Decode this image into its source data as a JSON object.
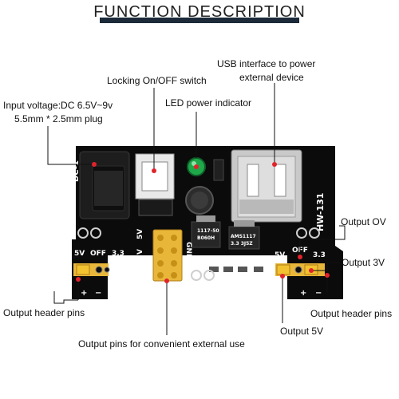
{
  "header": {
    "title": "FUNCTION DESCRIPTION"
  },
  "labels": {
    "usb_line1": "USB interface to power",
    "usb_line2": "external device",
    "switch": "Locking On/OFF switch",
    "led": "LED power indicator",
    "input_line1": "Input voltage:DC 6.5V~9v",
    "input_line2": "5.5mm * 2.5mm plug",
    "out_0v": "Output OV",
    "out_3v": "Output 3V",
    "out_header_left": "Output header pins",
    "out_header_right": "Output header pins",
    "out_5v": "Output 5V",
    "out_pins": "Output pins for convenient external use"
  },
  "silkscreen": {
    "dc": "DC-1",
    "model": "HW-131",
    "left_5v": "5V",
    "left_off": "OFF",
    "left_33": "3.3",
    "mid_5v": "5V",
    "mid_33v": "3.3V",
    "gnd": "GND",
    "right_5v": "5V",
    "right_off": "OFF",
    "right_33": "3.3",
    "plus": "+",
    "minus": "−",
    "reg1_a": "1117-50",
    "reg1_b": "B060H",
    "reg2_a": "AMS1117",
    "reg2_b": "3.3 3J5Z"
  },
  "colors": {
    "board": "#0b0b0b",
    "header": "#e8b73a",
    "jumper": "#f2c230",
    "led": "#1fa84a",
    "pointer": "#e1232b",
    "title_bar": "#1c2a3a"
  }
}
